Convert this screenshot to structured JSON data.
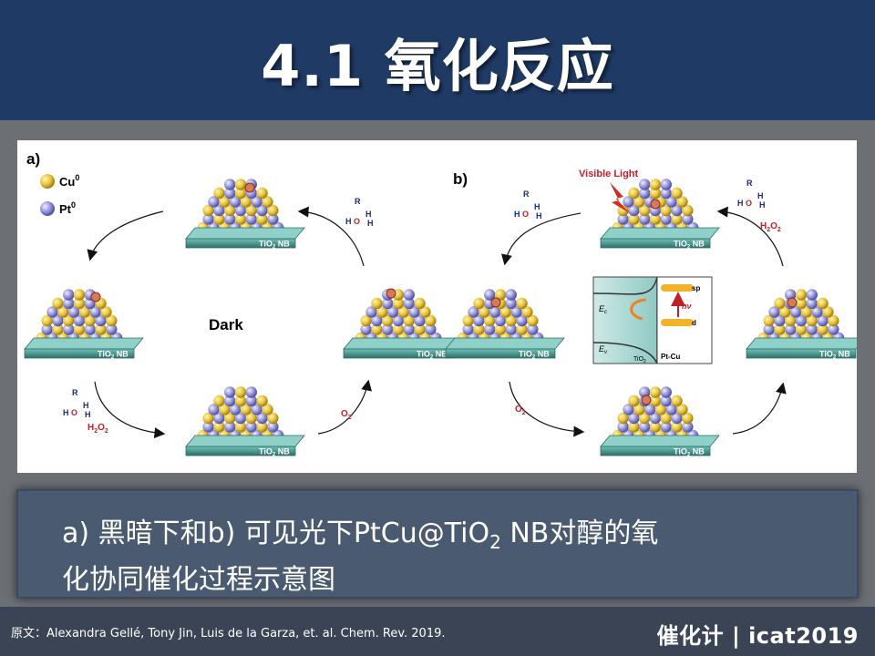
{
  "title": "4.1 氧化反应",
  "figure": {
    "panel_a_label": "a)",
    "panel_b_label": "b)",
    "legend_cu": "Cu",
    "legend_cu_sup": "0",
    "legend_pt": "Pt",
    "legend_pt_sup": "0",
    "dark_label": "Dark",
    "visible_light": "Visible Light",
    "substrate": "TiO",
    "substrate_sub": "2",
    "substrate_nb": "NB",
    "o2": "O",
    "o2_sub": "2",
    "h2o2_h": "H",
    "h2o2_2a": "2",
    "h2o2_o": "O",
    "h2o2_2b": "2",
    "band_ec": "E",
    "band_ec_sub": "c",
    "band_ev": "E",
    "band_ev_sub": "v",
    "band_sp": "sp",
    "band_d": "d",
    "band_hv": "hν",
    "band_tio2": "TiO",
    "band_tio2_sub": "2",
    "band_ptcu": "Pt-Cu",
    "atom_h": "H",
    "atom_o": "O",
    "atom_r": "R"
  },
  "caption": {
    "line1_a": "a)  黑暗下和b)  可见光下PtCu@TiO",
    "line1_sub": "2",
    "line1_b": "  NB对醇的氧",
    "line2": "化协同催化过程示意图"
  },
  "footer": {
    "source": "原文：Alexandra Gellé, Tony Jin, Luis de la Garza, et. al.  Chem. Rev. 2019.",
    "brand": "催化计 | icat2019"
  },
  "colors": {
    "header": "#1f3a64",
    "caption_box": "#4a5a70",
    "cu": "#e8c23a",
    "pt": "#8f8fd8",
    "substrate": "#3f8f88",
    "oxygen": "#d64a3a"
  }
}
